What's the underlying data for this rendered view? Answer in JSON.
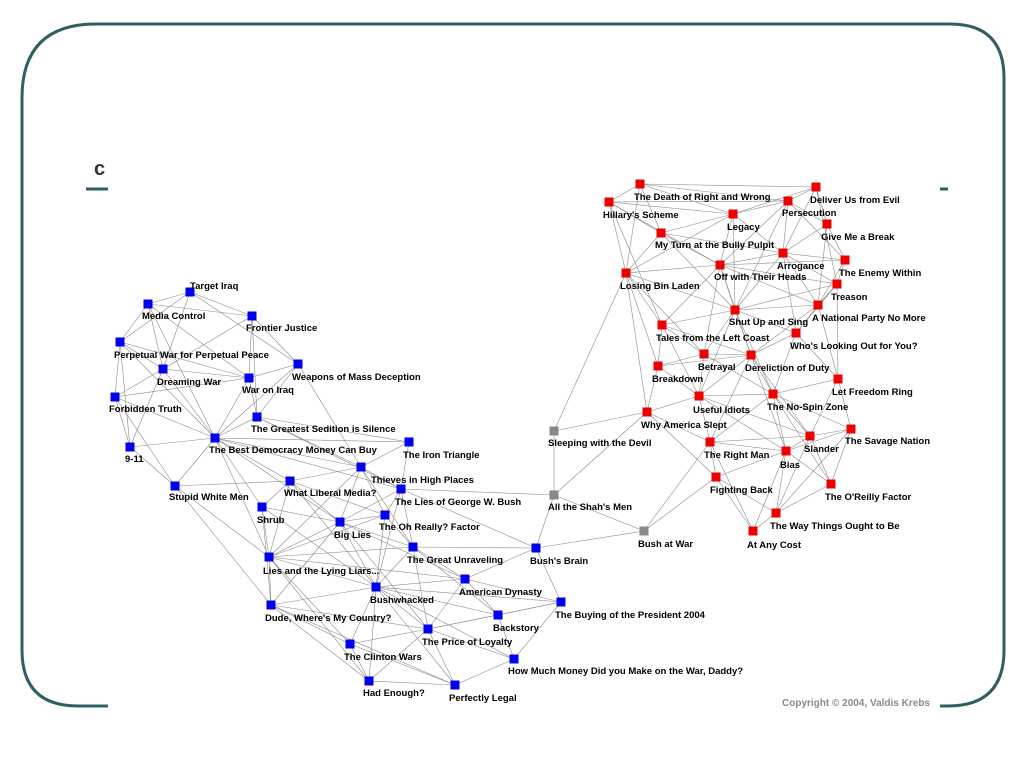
{
  "slide": {
    "title_fragment": "c",
    "copyright": "Copyright © 2004, Valdis Krebs"
  },
  "colors": {
    "frame": "#2f5f63",
    "liberal": "#0000ee",
    "conservative": "#ee0000",
    "neutral": "#888888",
    "edge": "#8c8c8c"
  },
  "network": {
    "nodes": [
      {
        "id": "target-iraq",
        "label": "Target Iraq",
        "group": "liberal"
      },
      {
        "id": "media-control",
        "label": "Media Control",
        "group": "liberal"
      },
      {
        "id": "frontier-justice",
        "label": "Frontier Justice",
        "group": "liberal"
      },
      {
        "id": "perpetual-war",
        "label": "Perpetual War for Perpetual Peace",
        "group": "liberal"
      },
      {
        "id": "dreaming-war",
        "label": "Dreaming War",
        "group": "liberal"
      },
      {
        "id": "war-on-iraq",
        "label": "War on Iraq",
        "group": "liberal"
      },
      {
        "id": "weapons-of-mass-deception",
        "label": "Weapons of Mass Deception",
        "group": "liberal"
      },
      {
        "id": "forbidden-truth",
        "label": "Forbidden Truth",
        "group": "liberal"
      },
      {
        "id": "greatest-sedition",
        "label": "The Greatest Sedition is Silence",
        "group": "liberal"
      },
      {
        "id": "nine-eleven",
        "label": "9-11",
        "group": "liberal"
      },
      {
        "id": "best-democracy",
        "label": "The Best Democracy Money Can Buy",
        "group": "liberal"
      },
      {
        "id": "iron-triangle",
        "label": "The Iron Triangle",
        "group": "liberal"
      },
      {
        "id": "thieves",
        "label": "Thieves in High Places",
        "group": "liberal"
      },
      {
        "id": "stupid-white-men",
        "label": "Stupid White Men",
        "group": "liberal"
      },
      {
        "id": "what-liberal-media",
        "label": "What Liberal Media?",
        "group": "liberal"
      },
      {
        "id": "lies-of-bush",
        "label": "The Lies of George W. Bush",
        "group": "liberal"
      },
      {
        "id": "shrub",
        "label": "Shrub",
        "group": "liberal"
      },
      {
        "id": "oh-really",
        "label": "The Oh Really? Factor",
        "group": "liberal"
      },
      {
        "id": "big-lies",
        "label": "Big Lies",
        "group": "liberal"
      },
      {
        "id": "great-unraveling",
        "label": "The Great Unraveling",
        "group": "liberal"
      },
      {
        "id": "bushs-brain",
        "label": "Bush's Brain",
        "group": "liberal"
      },
      {
        "id": "lies-and-lying-liars",
        "label": "Lies and the Lying Liars...",
        "group": "liberal"
      },
      {
        "id": "american-dynasty",
        "label": "American Dynasty",
        "group": "liberal"
      },
      {
        "id": "bushwhacked",
        "label": "Bushwhacked",
        "group": "liberal"
      },
      {
        "id": "buying-of-president",
        "label": "The Buying of the President 2004",
        "group": "liberal"
      },
      {
        "id": "dude-wheres-my-country",
        "label": "Dude, Where's My Country?",
        "group": "liberal"
      },
      {
        "id": "backstory",
        "label": "Backstory",
        "group": "liberal"
      },
      {
        "id": "price-of-loyalty",
        "label": "The Price of Loyalty",
        "group": "liberal"
      },
      {
        "id": "clinton-wars",
        "label": "The Clinton Wars",
        "group": "liberal"
      },
      {
        "id": "how-much-money",
        "label": "How Much Money Did you Make on the War, Daddy?",
        "group": "liberal"
      },
      {
        "id": "had-enough",
        "label": "Had Enough?",
        "group": "liberal"
      },
      {
        "id": "perfectly-legal",
        "label": "Perfectly Legal",
        "group": "liberal"
      },
      {
        "id": "sleeping-with-devil",
        "label": "Sleeping with the Devil",
        "group": "neutral"
      },
      {
        "id": "all-the-shahs-men",
        "label": "All the Shah's Men",
        "group": "neutral"
      },
      {
        "id": "bush-at-war",
        "label": "Bush at War",
        "group": "neutral"
      },
      {
        "id": "death-of-right-and-wrong",
        "label": "The Death of Right and Wrong",
        "group": "conservative"
      },
      {
        "id": "hillarys-scheme",
        "label": "Hillary's Scheme",
        "group": "conservative"
      },
      {
        "id": "deliver-us-from-evil",
        "label": "Deliver Us from Evil",
        "group": "conservative"
      },
      {
        "id": "persecution",
        "label": "Persecution",
        "group": "conservative"
      },
      {
        "id": "legacy",
        "label": "Legacy",
        "group": "conservative"
      },
      {
        "id": "my-turn-bully-pulpit",
        "label": "My Turn at the Bully Pulpit",
        "group": "conservative"
      },
      {
        "id": "give-me-a-break",
        "label": "Give Me a Break",
        "group": "conservative"
      },
      {
        "id": "arrogance",
        "label": "Arrogance",
        "group": "conservative"
      },
      {
        "id": "enemy-within",
        "label": "The Enemy Within",
        "group": "conservative"
      },
      {
        "id": "off-with-their-heads",
        "label": "Off with Their Heads",
        "group": "conservative"
      },
      {
        "id": "losing-bin-laden",
        "label": "Losing Bin Laden",
        "group": "conservative"
      },
      {
        "id": "treason",
        "label": "Treason",
        "group": "conservative"
      },
      {
        "id": "shut-up-and-sing",
        "label": "Shut Up and Sing",
        "group": "conservative"
      },
      {
        "id": "national-party-no-more",
        "label": "A National Party No More",
        "group": "conservative"
      },
      {
        "id": "tales-left-coast",
        "label": "Tales from the Left Coast",
        "group": "conservative"
      },
      {
        "id": "whos-looking-out",
        "label": "Who's Looking Out for You?",
        "group": "conservative"
      },
      {
        "id": "betrayal",
        "label": "Betrayal",
        "group": "conservative"
      },
      {
        "id": "dereliction-of-duty",
        "label": "Dereliction of Duty",
        "group": "conservative"
      },
      {
        "id": "breakdown",
        "label": "Breakdown",
        "group": "conservative"
      },
      {
        "id": "let-freedom-ring",
        "label": "Let Freedom Ring",
        "group": "conservative"
      },
      {
        "id": "useful-idiots",
        "label": "Useful Idiots",
        "group": "conservative"
      },
      {
        "id": "no-spin-zone",
        "label": "The No-Spin Zone",
        "group": "conservative"
      },
      {
        "id": "why-america-slept",
        "label": "Why America Slept",
        "group": "conservative"
      },
      {
        "id": "savage-nation",
        "label": "The Savage Nation",
        "group": "conservative"
      },
      {
        "id": "slander",
        "label": "Slander",
        "group": "conservative"
      },
      {
        "id": "right-man",
        "label": "The Right Man",
        "group": "conservative"
      },
      {
        "id": "bias",
        "label": "Bias",
        "group": "conservative"
      },
      {
        "id": "fighting-back",
        "label": "Fighting Back",
        "group": "conservative"
      },
      {
        "id": "oreilly-factor",
        "label": "The O'Reilly Factor",
        "group": "conservative"
      },
      {
        "id": "way-things-ought-to-be",
        "label": "The Way Things Ought to Be",
        "group": "conservative"
      },
      {
        "id": "at-any-cost",
        "label": "At Any Cost",
        "group": "conservative"
      }
    ]
  }
}
